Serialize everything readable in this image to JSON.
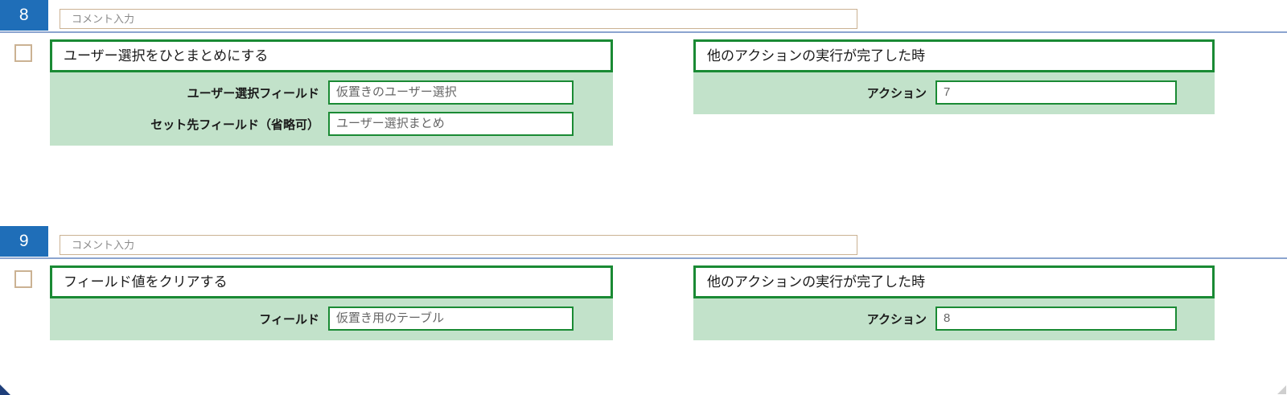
{
  "comment_placeholder": "コメント入力",
  "blocks": [
    {
      "number": "8",
      "left_card": {
        "title": "ユーザー選択をひとまとめにする",
        "fields": [
          {
            "label": "ユーザー選択フィールド",
            "value": "仮置きのユーザー選択"
          },
          {
            "label": "セット先フィールド（省略可）",
            "value": "ユーザー選択まとめ"
          }
        ]
      },
      "right_card": {
        "title": "他のアクションの実行が完了した時",
        "fields": [
          {
            "label": "アクション",
            "value": "7"
          }
        ]
      }
    },
    {
      "number": "9",
      "left_card": {
        "title": "フィールド値をクリアする",
        "fields": [
          {
            "label": "フィールド",
            "value": "仮置き用のテーブル"
          }
        ]
      },
      "right_card": {
        "title": "他のアクションの実行が完了した時",
        "fields": [
          {
            "label": "アクション",
            "value": "8"
          }
        ]
      }
    }
  ],
  "colors": {
    "badge_blue": "#1f6eb8",
    "panel_green": "#c2e2ca",
    "border_green": "#1a8a34",
    "tan": "#cbb293",
    "separator_blue": "#8ba4cf"
  }
}
